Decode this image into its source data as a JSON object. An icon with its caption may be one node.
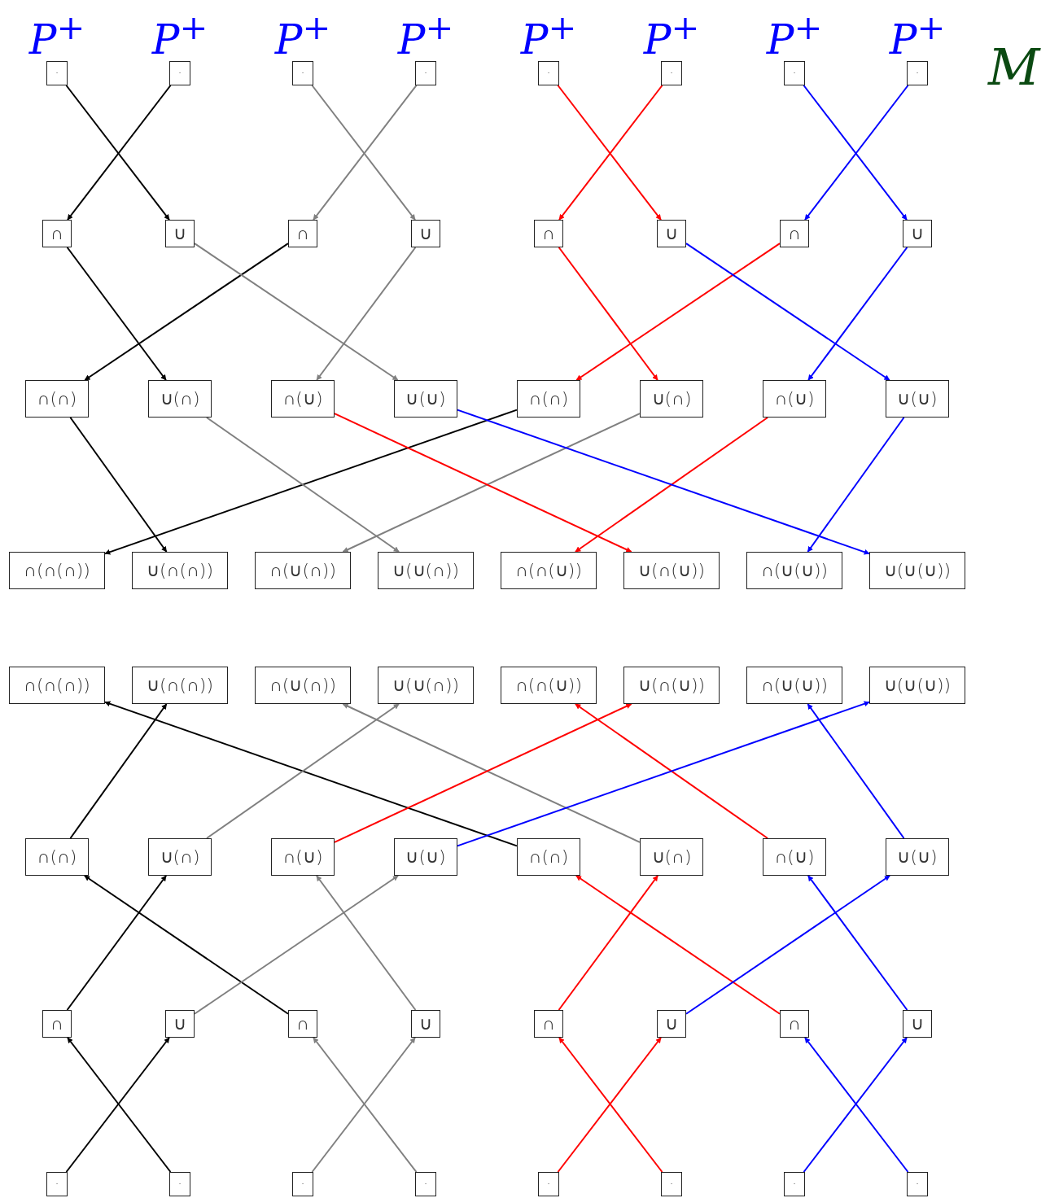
{
  "diagram": {
    "nodes": [
      {
        "text": [
          "·"
        ],
        "beside": [
          "P$^{+}$"
        ]
      },
      {
        "text": [
          "·"
        ],
        "beside": [
          "P$^{+}$"
        ]
      },
      {
        "text": [
          "·"
        ],
        "beside": [
          "P$^{+}$"
        ]
      },
      {
        "text": [
          "·"
        ],
        "beside": [
          "P$^{+}$"
        ]
      },
      {
        "text": [
          "·"
        ],
        "beside": [
          "P$^{+}$"
        ]
      },
      {
        "text": [
          "·"
        ],
        "beside": [
          "P$^{+}$"
        ]
      },
      {
        "text": [
          "·"
        ],
        "beside": [
          "P$^{+}$"
        ]
      },
      {
        "text": [
          "·"
        ],
        "beside": [
          "P$^{+}$"
        ]
      },
      {
        "text": [
          "∩"
        ]
      },
      {
        "text": [
          "∪"
        ]
      },
      {
        "text": [
          "∩"
        ]
      },
      {
        "text": [
          "∪"
        ]
      },
      {
        "text": [
          "∩"
        ]
      },
      {
        "text": [
          "∪"
        ]
      },
      {
        "text": [
          "∩"
        ]
      },
      {
        "text": [
          "∪"
        ]
      },
      {
        "text": [
          "∩(∩)"
        ]
      },
      {
        "text": [
          "∪(∩)"
        ]
      },
      {
        "text": [
          "∩(∪)"
        ]
      },
      {
        "text": [
          "∪(∪)"
        ]
      },
      {
        "text": [
          "∩(∩)"
        ]
      },
      {
        "text": [
          "∪(∩)"
        ]
      },
      {
        "text": [
          "∩(∪)"
        ]
      },
      {
        "text": [
          "∪(∪)"
        ]
      },
      {
        "text": [
          "∩(∩(∩))"
        ]
      },
      {
        "text": [
          "∪(∩(∩))"
        ]
      },
      {
        "text": [
          "∩(∪(∩))"
        ]
      },
      {
        "text": [
          "∪(∪(∩))"
        ]
      },
      {
        "text": [
          "∩(∩(∪))"
        ]
      },
      {
        "text": [
          "∪(∩(∪))"
        ]
      },
      {
        "text": [
          "∩(∪(∪))"
        ]
      },
      {
        "text": [
          "∪(∪(∪))"
        ]
      },
      {
        "text": [
          "∩(∩(∩))"
        ]
      },
      {
        "text": [
          "∪(∩(∩))"
        ]
      },
      {
        "text": [
          "∩(∪(∩))"
        ]
      },
      {
        "text": [
          "∪(∪(∩))"
        ]
      },
      {
        "text": [
          "∩(∩(∪))"
        ]
      },
      {
        "text": [
          "∪(∩(∪))"
        ]
      },
      {
        "text": [
          "∩(∪(∪))"
        ]
      },
      {
        "text": [
          "∪(∪(∪))"
        ]
      },
      {
        "text": [
          "∩(∩)"
        ]
      },
      {
        "text": [
          "∪(∩)"
        ]
      },
      {
        "text": [
          "∩(∪)"
        ]
      },
      {
        "text": [
          "∪(∪)"
        ]
      },
      {
        "text": [
          "∩(∩)"
        ]
      },
      {
        "text": [
          "∪(∩)"
        ]
      },
      {
        "text": [
          "∩(∪)"
        ]
      },
      {
        "text": [
          "∪(∪)"
        ]
      },
      {
        "text": [
          "∩"
        ]
      },
      {
        "text": [
          "∪"
        ]
      },
      {
        "text": [
          "∩"
        ]
      },
      {
        "text": [
          "∪"
        ]
      },
      {
        "text": [
          "∩"
        ]
      },
      {
        "text": [
          "∪"
        ]
      },
      {
        "text": [
          "∩"
        ]
      },
      {
        "text": [
          "∪"
        ]
      },
      {
        "text": [
          "·"
        ]
      },
      {
        "text": [
          "·"
        ]
      },
      {
        "text": [
          "·"
        ]
      },
      {
        "text": [
          "·"
        ]
      },
      {
        "text": [
          "·"
        ]
      },
      {
        "text": [
          "·"
        ]
      },
      {
        "text": [
          "·"
        ]
      },
      {
        "text": [
          "·"
        ]
      }
    ],
    "edges": [
      {
        "from": 0,
        "to": 9,
        "arrow": "to",
        "color": "#000000"
      },
      {
        "from": 1,
        "to": 8,
        "arrow": "to",
        "color": "#000000"
      },
      {
        "from": 2,
        "to": 11,
        "arrow": "to",
        "color": "#808080"
      },
      {
        "from": 3,
        "to": 10,
        "arrow": "to",
        "color": "#808080"
      },
      {
        "from": 4,
        "to": 13,
        "arrow": "to",
        "color": "#ff0000"
      },
      {
        "from": 5,
        "to": 12,
        "arrow": "to",
        "color": "#ff0000"
      },
      {
        "from": 6,
        "to": 15,
        "arrow": "to",
        "color": "#0000ff"
      },
      {
        "from": 7,
        "to": 14,
        "arrow": "to",
        "color": "#0000ff"
      },
      {
        "from": 8,
        "to": 17,
        "arrow": "to",
        "color": "#000000"
      },
      {
        "from": 10,
        "to": 16,
        "arrow": "to",
        "color": "#000000"
      },
      {
        "from": 9,
        "to": 19,
        "arrow": "to",
        "color": "#808080"
      },
      {
        "from": 11,
        "to": 18,
        "arrow": "to",
        "color": "#808080"
      },
      {
        "from": 12,
        "to": 21,
        "arrow": "to",
        "color": "#ff0000"
      },
      {
        "from": 14,
        "to": 20,
        "arrow": "to",
        "color": "#ff0000"
      },
      {
        "from": 13,
        "to": 23,
        "arrow": "to",
        "color": "#0000ff"
      },
      {
        "from": 15,
        "to": 22,
        "arrow": "to",
        "color": "#0000ff"
      },
      {
        "from": 16,
        "to": 25,
        "arrow": "to",
        "color": "#000000"
      },
      {
        "from": 20,
        "to": 24,
        "arrow": "to",
        "color": "#000000"
      },
      {
        "from": 17,
        "to": 27,
        "arrow": "to",
        "color": "#808080"
      },
      {
        "from": 21,
        "to": 26,
        "arrow": "to",
        "color": "#808080"
      },
      {
        "from": 18,
        "to": 29,
        "arrow": "to",
        "color": "#ff0000"
      },
      {
        "from": 22,
        "to": 28,
        "arrow": "to",
        "color": "#ff0000"
      },
      {
        "from": 19,
        "to": 31,
        "arrow": "to",
        "color": "#0000ff"
      },
      {
        "from": 23,
        "to": 30,
        "arrow": "to",
        "color": "#0000ff"
      },
      {
        "from": 56,
        "to": 49,
        "arrow": "to",
        "color": "#000000"
      },
      {
        "from": 57,
        "to": 48,
        "arrow": "to",
        "color": "#000000"
      },
      {
        "from": 58,
        "to": 51,
        "arrow": "to",
        "color": "#808080"
      },
      {
        "from": 59,
        "to": 50,
        "arrow": "to",
        "color": "#808080"
      },
      {
        "from": 60,
        "to": 53,
        "arrow": "to",
        "color": "#ff0000"
      },
      {
        "from": 61,
        "to": 52,
        "arrow": "to",
        "color": "#ff0000"
      },
      {
        "from": 62,
        "to": 55,
        "arrow": "to",
        "color": "#0000ff"
      },
      {
        "from": 63,
        "to": 54,
        "arrow": "to",
        "color": "#0000ff"
      },
      {
        "from": 48,
        "to": 41,
        "arrow": "to",
        "color": "#000000"
      },
      {
        "from": 50,
        "to": 40,
        "arrow": "to",
        "color": "#000000"
      },
      {
        "from": 49,
        "to": 43,
        "arrow": "to",
        "color": "#808080"
      },
      {
        "from": 51,
        "to": 42,
        "arrow": "to",
        "color": "#808080"
      },
      {
        "from": 52,
        "to": 45,
        "arrow": "to",
        "color": "#ff0000"
      },
      {
        "from": 54,
        "to": 44,
        "arrow": "to",
        "color": "#ff0000"
      },
      {
        "from": 53,
        "to": 47,
        "arrow": "to",
        "color": "#0000ff"
      },
      {
        "from": 55,
        "to": 46,
        "arrow": "to",
        "color": "#0000ff"
      },
      {
        "from": 40,
        "to": 33,
        "arrow": "to",
        "color": "#000000"
      },
      {
        "from": 44,
        "to": 32,
        "arrow": "to",
        "color": "#000000"
      },
      {
        "from": 41,
        "to": 35,
        "arrow": "to",
        "color": "#808080"
      },
      {
        "from": 45,
        "to": 34,
        "arrow": "to",
        "color": "#808080"
      },
      {
        "from": 42,
        "to": 37,
        "arrow": "to",
        "color": "#ff0000"
      },
      {
        "from": 46,
        "to": 36,
        "arrow": "to",
        "color": "#ff0000"
      },
      {
        "from": 43,
        "to": 39,
        "arrow": "to",
        "color": "#0000ff"
      },
      {
        "from": 47,
        "to": 38,
        "arrow": "to",
        "color": "#0000ff"
      }
    ],
    "labels": [
      "M"
    ]
  }
}
